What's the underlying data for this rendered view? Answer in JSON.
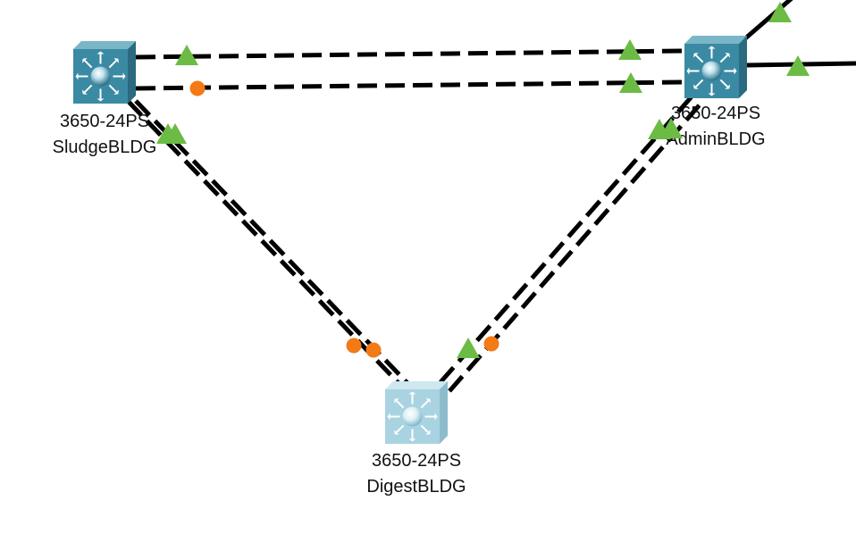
{
  "topology": {
    "devices": [
      {
        "id": "sludge",
        "model": "3650-24PS",
        "hostname": "SludgeBLDG",
        "icon": "multilayer-switch-icon",
        "state": "active"
      },
      {
        "id": "admin",
        "model": "3650-24PS",
        "hostname": "AdminBLDG",
        "icon": "multilayer-switch-icon",
        "state": "active"
      },
      {
        "id": "digest",
        "model": "3650-24PS",
        "hostname": "DigestBLDG",
        "icon": "multilayer-switch-icon",
        "state": "selected"
      }
    ],
    "links": [
      {
        "from": "sludge",
        "to": "admin",
        "style": "dashed",
        "from_status": "up",
        "to_status": "up"
      },
      {
        "from": "sludge",
        "to": "admin",
        "style": "dashed",
        "from_status": "blocking",
        "to_status": "up"
      },
      {
        "from": "sludge",
        "to": "digest",
        "style": "dashed",
        "from_status": "up",
        "to_status": "blocking"
      },
      {
        "from": "sludge",
        "to": "digest",
        "style": "dashed",
        "from_status": "up",
        "to_status": "blocking"
      },
      {
        "from": "digest",
        "to": "admin",
        "style": "dashed",
        "from_status": "up",
        "to_status": "up"
      },
      {
        "from": "digest",
        "to": "admin",
        "style": "dashed",
        "from_status": "blocking",
        "to_status": "up"
      },
      {
        "from": "admin",
        "to": "offscreen-upper",
        "style": "solid",
        "from_status": "",
        "to_status": "up"
      },
      {
        "from": "admin",
        "to": "offscreen-right",
        "style": "solid",
        "from_status": "",
        "to_status": "up"
      }
    ],
    "status_colors": {
      "up": "#6cbb45",
      "blocking": "#f47a16"
    },
    "device_colors": {
      "active": "#3a8aa3",
      "selected": "#a9d3e0"
    }
  }
}
